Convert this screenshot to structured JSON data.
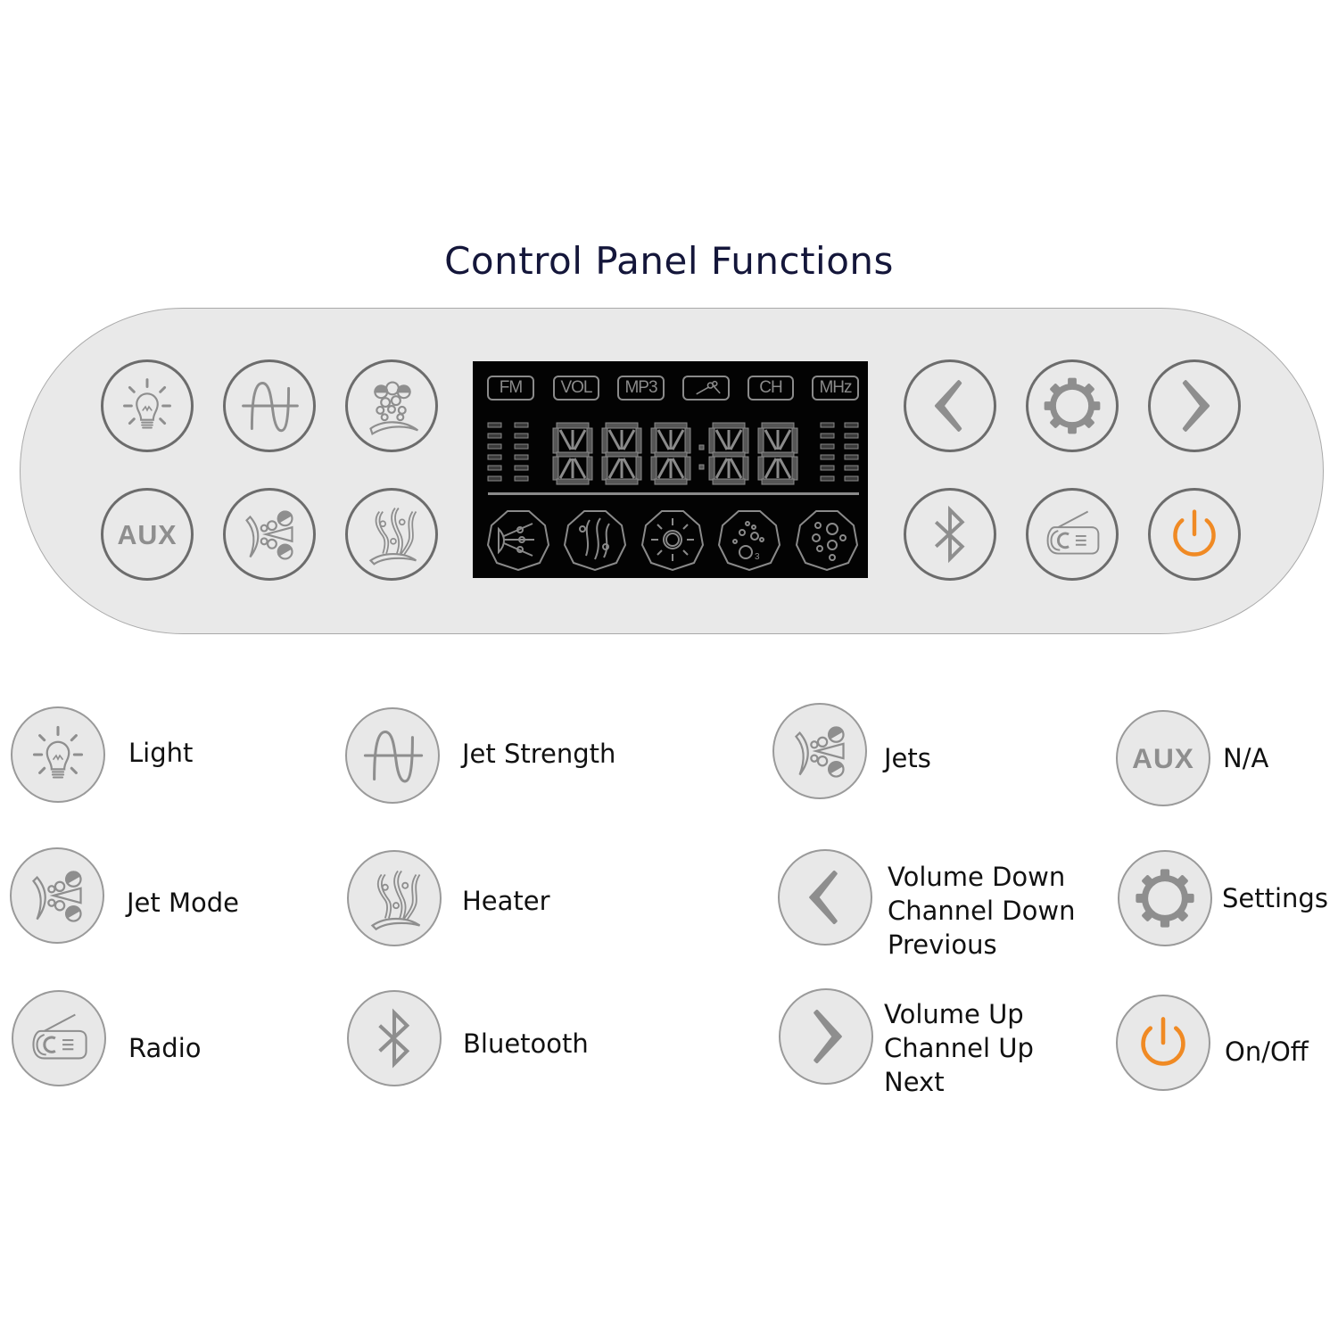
{
  "title": "Control Panel Functions",
  "colors": {
    "title": "#14163a",
    "panel_bg": "#e9e9e9",
    "icon_gray": "#8e8e8e",
    "power_accent": "#f08a24",
    "lcd_bg": "#030303",
    "lcd_segment": "#8a8a8a"
  },
  "panel": {
    "left_buttons": [
      {
        "icon": "light-bulb-icon",
        "function": "Light"
      },
      {
        "icon": "jet-strength-wave-icon",
        "function": "Jet Strength"
      },
      {
        "icon": "jets-bubbles-icon",
        "function": "Jets"
      },
      {
        "icon": "aux-icon",
        "function": "N/A",
        "text": "AUX"
      },
      {
        "icon": "jet-mode-icon",
        "function": "Jet Mode"
      },
      {
        "icon": "heater-icon",
        "function": "Heater"
      }
    ],
    "right_buttons": [
      {
        "icon": "chevron-left-icon",
        "function": "Volume Down / Channel Down / Previous"
      },
      {
        "icon": "gear-icon",
        "function": "Settings"
      },
      {
        "icon": "chevron-right-icon",
        "function": "Volume Up / Channel Up / Next"
      },
      {
        "icon": "bluetooth-icon",
        "function": "Bluetooth"
      },
      {
        "icon": "radio-icon",
        "function": "Radio"
      },
      {
        "icon": "power-icon",
        "function": "On/Off"
      }
    ],
    "lcd": {
      "indicators": [
        "FM",
        "VOL",
        "MP3",
        "",
        "CH",
        "MHz"
      ],
      "indicator_icons": [
        "fm-indicator",
        "vol-indicator",
        "mp3-indicator",
        "keys-lock-icon",
        "ch-indicator",
        "mhz-indicator"
      ],
      "digits": "88:888",
      "bottom_icons": [
        "jet-mode-status-icon",
        "heater-status-icon",
        "light-status-icon",
        "ozone-status-icon",
        "jets-status-icon"
      ]
    }
  },
  "legend": [
    {
      "icon": "light-bulb-icon",
      "label": "Light"
    },
    {
      "icon": "jet-strength-wave-icon",
      "label": "Jet Strength"
    },
    {
      "icon": "jets-bubbles-icon",
      "label": "Jets"
    },
    {
      "icon": "aux-icon",
      "label": "N/A",
      "icon_text": "AUX"
    },
    {
      "icon": "jet-mode-icon",
      "label": "Jet Mode"
    },
    {
      "icon": "heater-icon",
      "label": "Heater"
    },
    {
      "icon": "chevron-left-icon",
      "label_lines": [
        "Volume Down",
        "Channel Down",
        "Previous"
      ]
    },
    {
      "icon": "gear-icon",
      "label": "Settings"
    },
    {
      "icon": "radio-icon",
      "label": "Radio"
    },
    {
      "icon": "bluetooth-icon",
      "label": "Bluetooth"
    },
    {
      "icon": "chevron-right-icon",
      "label_lines": [
        "Volume Up",
        "Channel Up",
        "Next"
      ]
    },
    {
      "icon": "power-icon",
      "label": "On/Off"
    }
  ]
}
